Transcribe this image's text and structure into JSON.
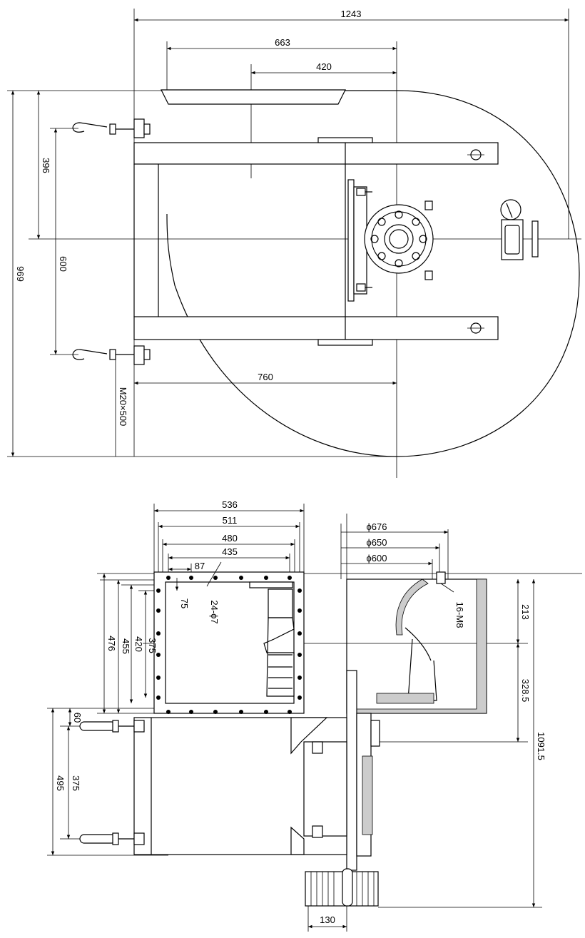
{
  "top_view": {
    "dimensions": {
      "overall_width": "1243",
      "width_663": "663",
      "width_420": "420",
      "length_760": "760",
      "height_396": "396",
      "height_600": "600",
      "height_969": "969",
      "bolt_spec": "M20×500"
    }
  },
  "side_view": {
    "dimensions": {
      "w536": "536",
      "w511": "511",
      "w480": "480",
      "w435": "435",
      "pitch_87": "87",
      "offset_75": "75",
      "holes": "24-ϕ7",
      "h476": "476",
      "h455": "455",
      "h420": "420",
      "h375": "375",
      "d676": "ϕ676",
      "d650": "ϕ650",
      "d600": "ϕ600",
      "bolts_16m8": "16-M8",
      "h213": "213",
      "h328": "328.5",
      "h1091": "1091.5",
      "h60": "60",
      "h495": "495",
      "h375b": "375",
      "w130": "130"
    }
  }
}
